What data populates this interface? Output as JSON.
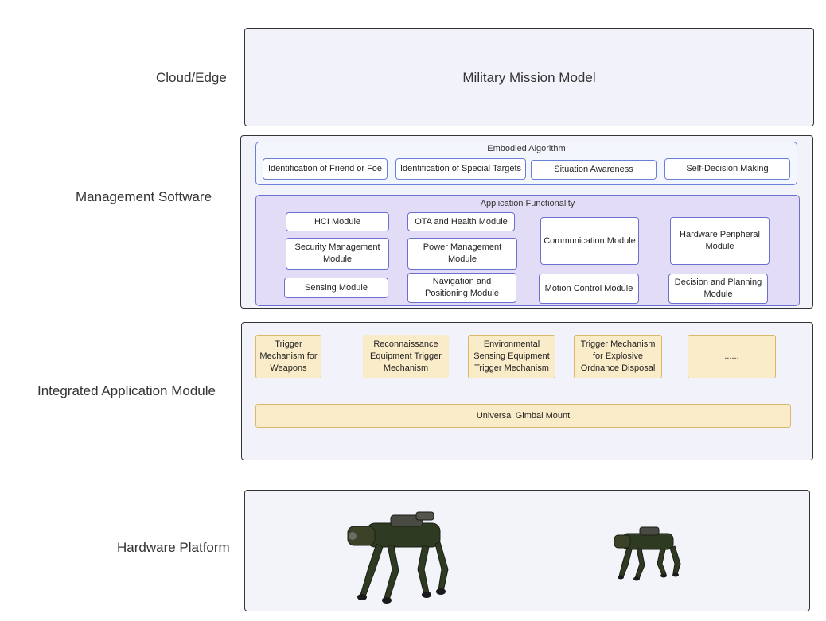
{
  "layers": {
    "cloud": {
      "label": "Cloud/Edge",
      "content": "Military Mission Model"
    },
    "management": {
      "label": "Management Software",
      "embodied": {
        "title": "Embodied Algorithm",
        "items": [
          "Identification of Friend or Foe",
          "Identification of Special Targets",
          "Situation Awareness",
          "Self-Decision Making"
        ]
      },
      "application": {
        "title": "Application Functionality",
        "modules": [
          "HCI Module",
          "OTA  and Health Module",
          "Communication Module",
          "Hardware Peripheral Module",
          "Security Management Module",
          "Power Management Module",
          "Sensing Module",
          "Navigation and Positioning Module",
          "Motion Control Module",
          "Decision and Planning Module"
        ]
      }
    },
    "integrated": {
      "label": "Integrated Application Module",
      "triggers": [
        "Trigger Mechanism for Weapons",
        "Reconnaissance Equipment Trigger Mechanism",
        "Environmental Sensing Equipment Trigger Mechanism",
        "Trigger Mechanism for Explosive Ordnance Disposal",
        "......"
      ],
      "gimbal": "Universal Gimbal Mount"
    },
    "hardware": {
      "label": "Hardware Platform"
    }
  },
  "colors": {
    "layer_fill": "#f2f2fa",
    "algorithm_border": "#6a7fd6",
    "function_fill": "#e3dcf7",
    "trigger_fill": "#fbecc9",
    "trigger_border": "#d9b86a",
    "robot_body": "#2f3a22"
  }
}
